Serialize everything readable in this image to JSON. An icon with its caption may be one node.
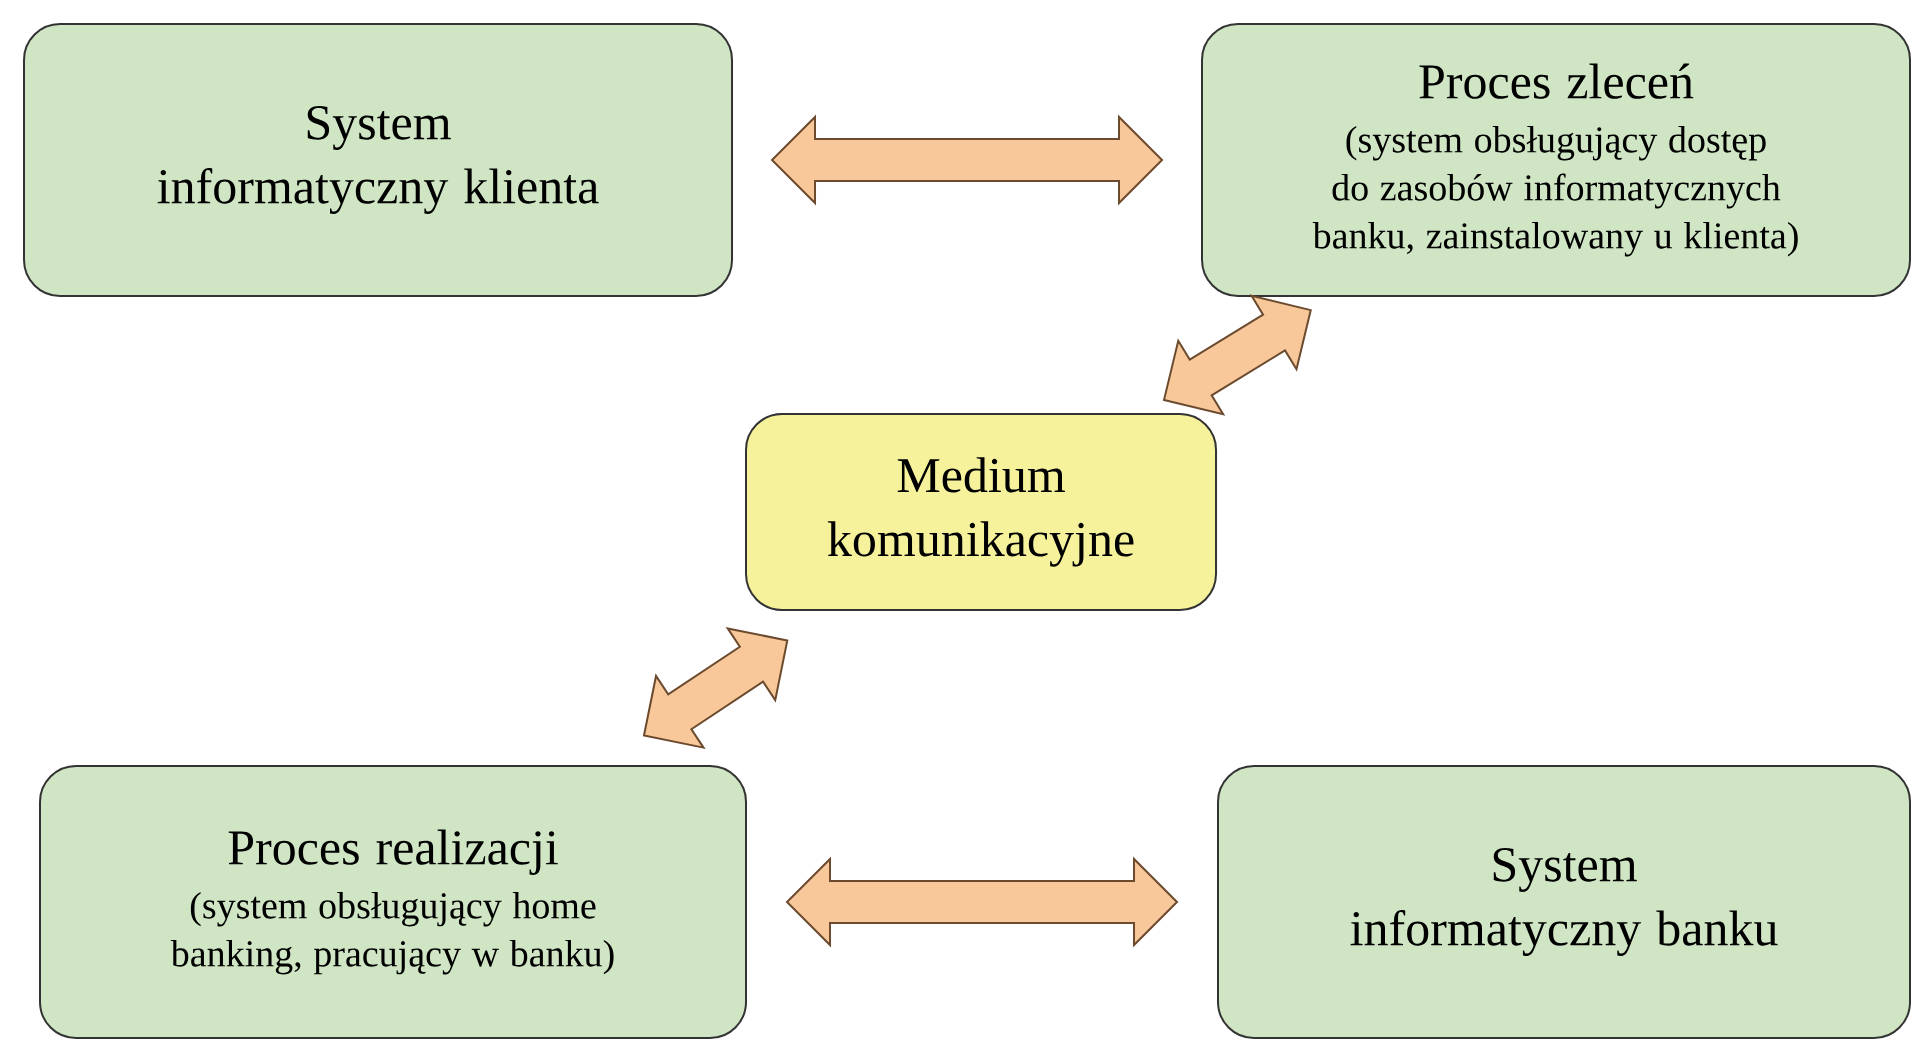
{
  "diagram": {
    "nodes": [
      {
        "text": [
          "System informatyczny klienta"
        ]
      },
      {
        "text": [
          "Proces zleceń",
          "(system obsługujący dostęp do zasobów informatycznych banku, zainstalowany u klienta)"
        ]
      },
      {
        "text": [
          "Medium komunikacyjne"
        ]
      },
      {
        "text": [
          "Proces realizacji",
          "(system obsługujący home banking, pracujący w banku)"
        ]
      },
      {
        "text": [
          "System informatyczny banku"
        ]
      }
    ],
    "edges": [
      {
        "from": 0,
        "to": 1,
        "arrow": "both"
      },
      {
        "from": 1,
        "to": 2,
        "arrow": "both"
      },
      {
        "from": 2,
        "to": 3,
        "arrow": "both"
      },
      {
        "from": 3,
        "to": 4,
        "arrow": "both"
      }
    ]
  }
}
